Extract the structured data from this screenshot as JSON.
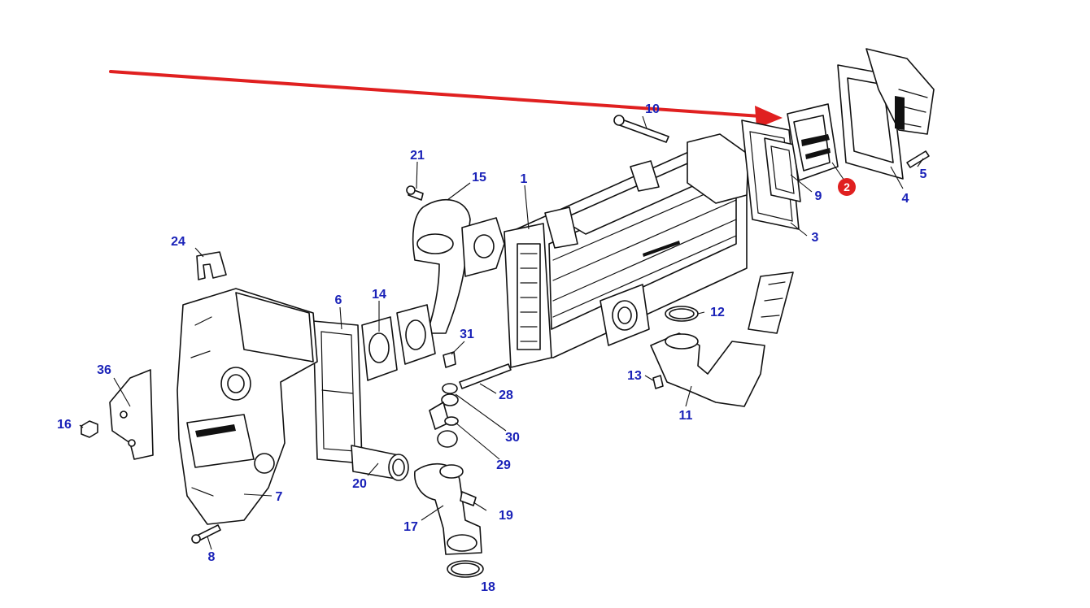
{
  "callouts": {
    "c1": "1",
    "c2": "2",
    "c3": "3",
    "c4": "4",
    "c5": "5",
    "c6": "6",
    "c7": "7",
    "c8": "8",
    "c9": "9",
    "c10": "10",
    "c11": "11",
    "c12": "12",
    "c13": "13",
    "c14": "14",
    "c15": "15",
    "c16": "16",
    "c17": "17",
    "c18": "18",
    "c19": "19",
    "c20": "20",
    "c21": "21",
    "c24": "24",
    "c28": "28",
    "c29": "29",
    "c30": "30",
    "c31": "31",
    "c36": "36"
  },
  "highlight": {
    "label": "2",
    "badge_color": "#e02020",
    "arrow_color": "#e02020"
  },
  "colors": {
    "callout_text": "#1a22b8",
    "line_art": "#111111",
    "background": "#ffffff"
  }
}
